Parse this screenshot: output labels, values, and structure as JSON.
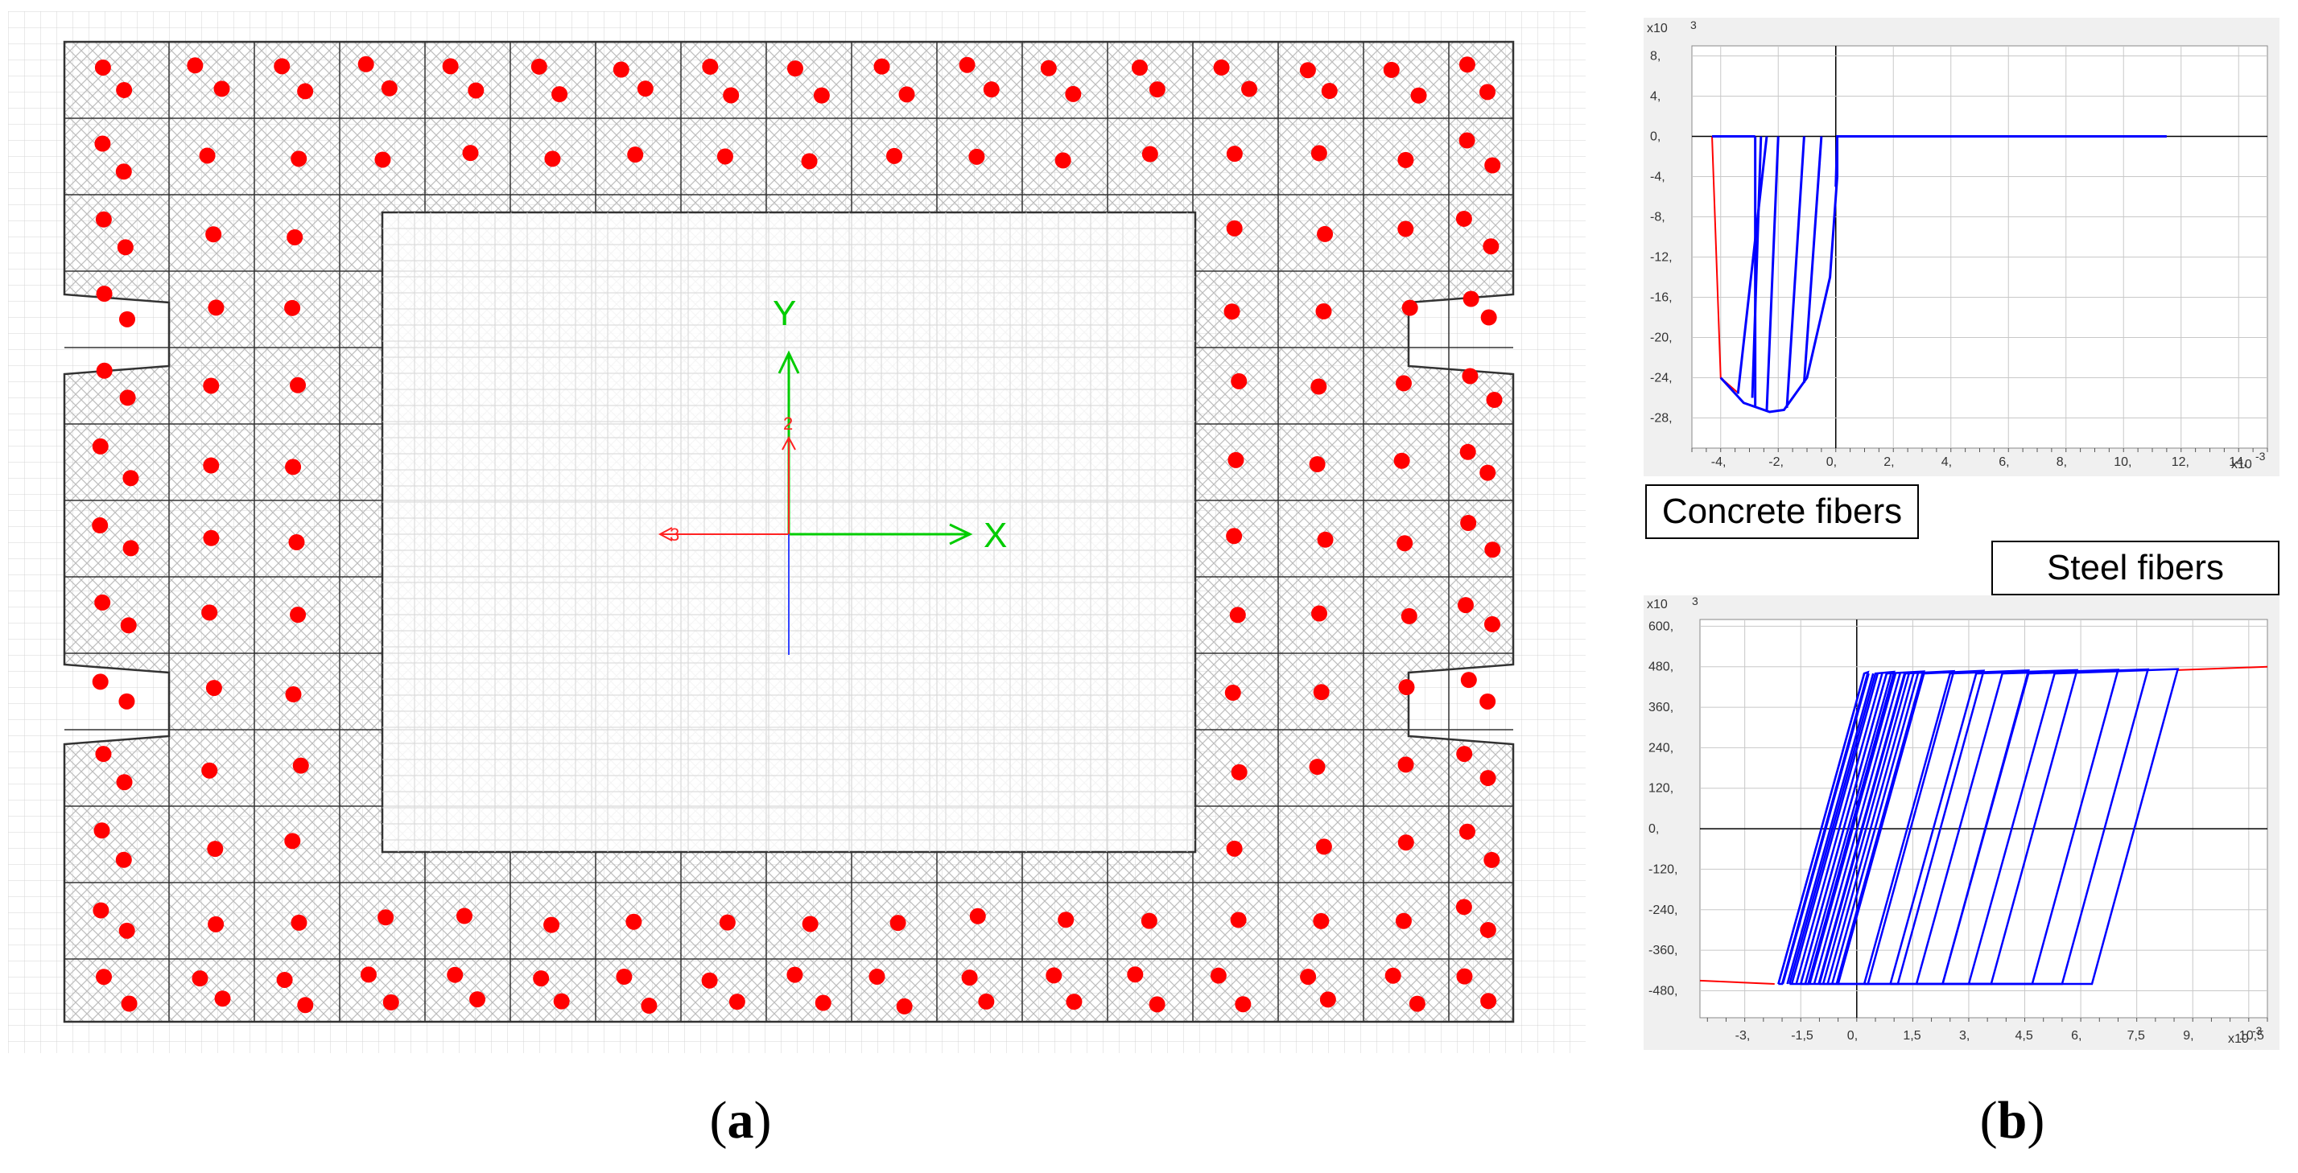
{
  "section": {
    "y_axis_label": "Y",
    "x_axis_label": "X",
    "axis2_label": "2",
    "axis3_label": "3",
    "colors": {
      "outline": "#333333",
      "grid": "#c8c8c8",
      "hatch": "#b0b0b0",
      "rebar": "#ff0000",
      "axis_green": "#00cc00",
      "axis_red": "#ff2222",
      "axis_blue": "#3344ff"
    }
  },
  "concrete_chart": {
    "label": "Concrete fibers",
    "exponent": "3",
    "y_multiplier": "x10",
    "x_multiplier": "x10",
    "x_exponent": "-3",
    "chart_data": {
      "type": "line",
      "x_ticks": [
        "-4,",
        "-2,",
        "0,",
        "2,",
        "4,",
        "6,",
        "8,",
        "10,",
        "12,",
        "14,"
      ],
      "y_ticks": [
        "8,",
        "4,",
        "0,",
        "-4,",
        "-8,",
        "-12,",
        "-16,",
        "-20,",
        "-24,",
        "-28,"
      ],
      "xlim": [
        -5,
        15
      ],
      "ylim": [
        -31,
        9
      ],
      "envelope_color": "#ff0000",
      "series_color": "#0000ff",
      "envelope": [
        [
          -4.3,
          0
        ],
        [
          -4.3,
          0
        ],
        [
          -4.0,
          -24
        ],
        [
          -3.4,
          -25.5
        ]
      ],
      "cycles": [
        [
          [
            -4.0,
            -24
          ],
          [
            -3.2,
            -26.5
          ],
          [
            -2.3,
            -27.4
          ],
          [
            -1.8,
            -27.2
          ],
          [
            -1.0,
            -24
          ],
          [
            -0.2,
            -14
          ],
          [
            0.05,
            -4
          ],
          [
            0.05,
            0
          ],
          [
            11.5,
            0
          ]
        ],
        [
          [
            -2.8,
            -26.8
          ],
          [
            -2.8,
            0
          ]
        ],
        [
          [
            -2.9,
            -26.0
          ],
          [
            -2.6,
            0
          ]
        ],
        [
          [
            -3.4,
            -25.6
          ],
          [
            -2.4,
            0
          ]
        ],
        [
          [
            -2.4,
            -27.3
          ],
          [
            -2.0,
            0
          ]
        ],
        [
          [
            -1.7,
            -27.0
          ],
          [
            -1.1,
            0
          ]
        ],
        [
          [
            -1.1,
            -24.5
          ],
          [
            -0.5,
            0
          ]
        ],
        [
          [
            0.0,
            -5
          ],
          [
            0.05,
            0
          ]
        ]
      ]
    }
  },
  "steel_chart": {
    "label": "Steel fibers",
    "exponent": "3",
    "y_multiplier": "x10",
    "x_multiplier": "x10",
    "x_exponent": "-3",
    "chart_data": {
      "type": "line",
      "x_ticks": [
        "-3,",
        "-1,5",
        "0,",
        "1,5",
        "3,",
        "4,5",
        "6,",
        "7,5",
        "9,",
        "10,5"
      ],
      "y_ticks": [
        "600,",
        "480,",
        "360,",
        "240,",
        "120,",
        "0,",
        "-120,",
        "-240,",
        "-360,",
        "-480,"
      ],
      "xlim": [
        -4.2,
        11.0
      ],
      "ylim": [
        -560,
        620
      ],
      "envelope_color": "#ff0000",
      "series_color": "#0000ff",
      "upper_yield": 460,
      "lower_yield": -460,
      "hysteresis_loops": [
        [
          -2.1,
          0.3
        ],
        [
          -1.8,
          1.0
        ],
        [
          -1.5,
          1.8
        ],
        [
          -1.0,
          2.6
        ],
        [
          -0.5,
          3.4
        ],
        [
          0.2,
          4.6
        ],
        [
          0.9,
          5.9
        ],
        [
          1.6,
          7.0
        ],
        [
          2.3,
          7.8
        ],
        [
          3.0,
          8.6
        ]
      ]
    }
  }
}
